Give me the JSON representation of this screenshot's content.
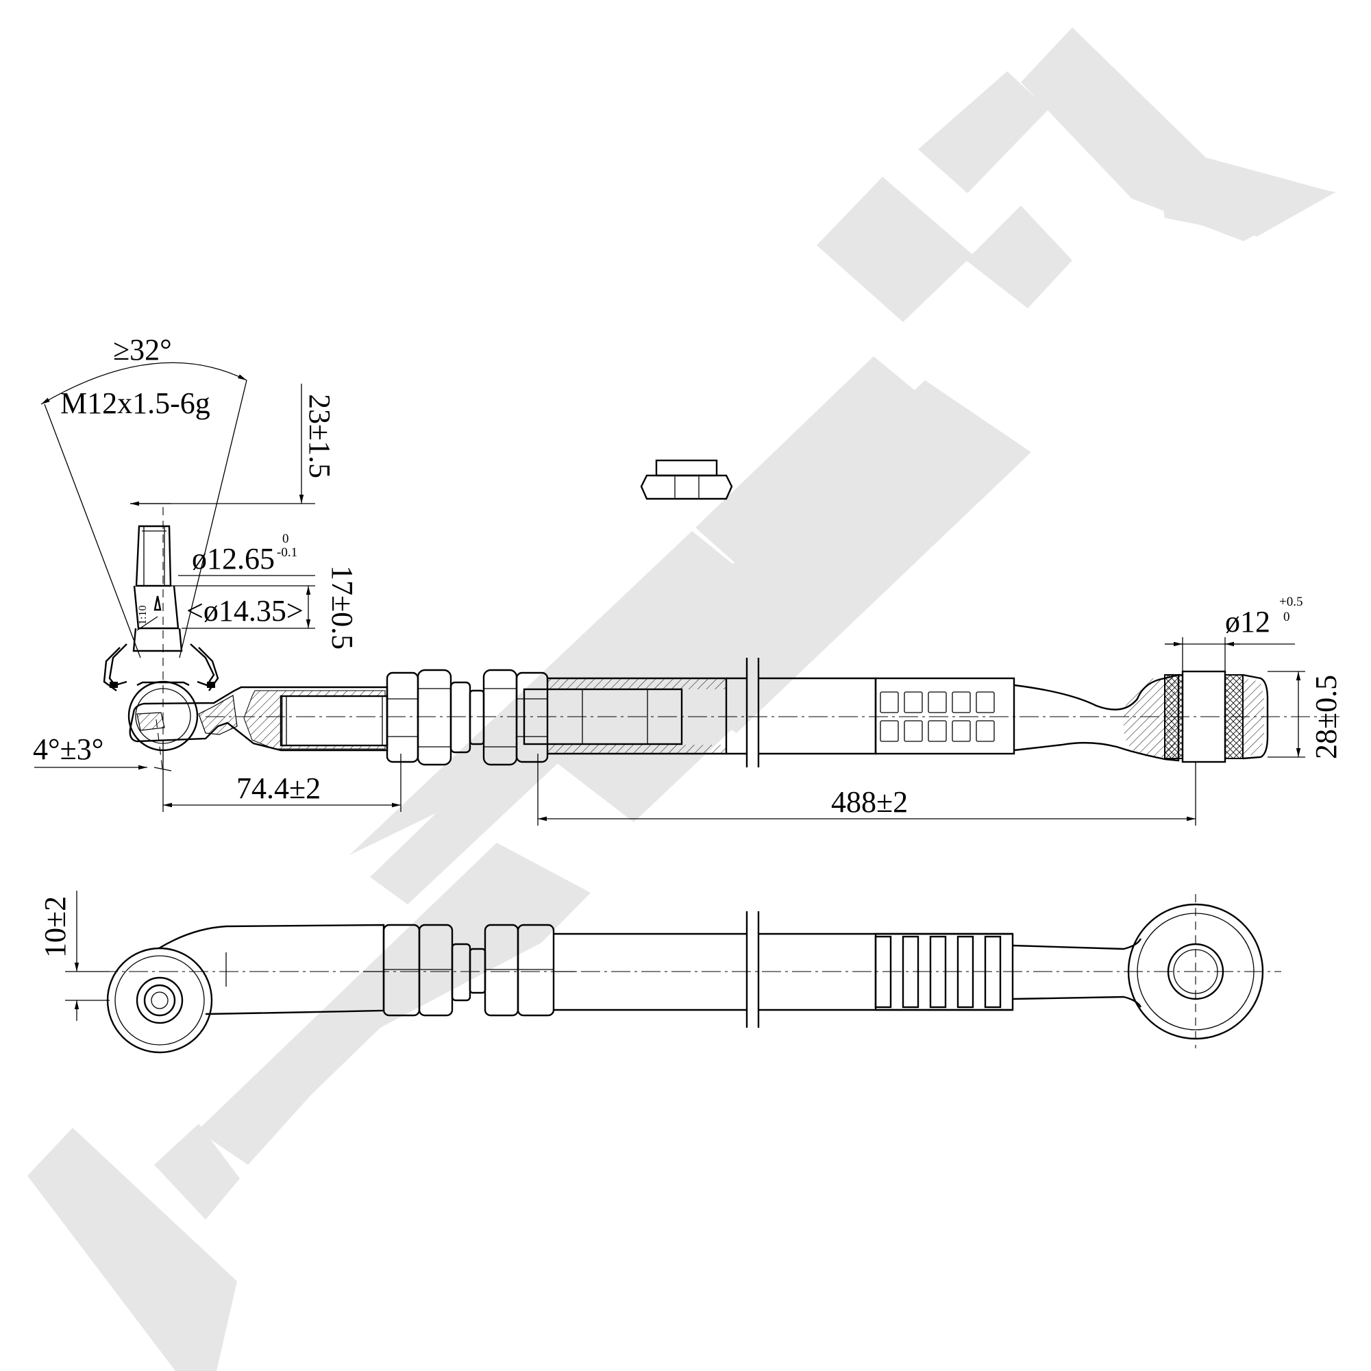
{
  "watermark": {
    "color": "#e6e6e6"
  },
  "dimensions": {
    "angle_min": "≥32°",
    "thread": "M12x1.5-6g",
    "pin_length": "23±1.5",
    "dia_small": "ø12.65",
    "dia_small_tol_upper": "0",
    "dia_small_tol_lower": "-0.1",
    "dia_large": "<ø14.35>",
    "taper": "1:10",
    "taper_length": "17±0.5",
    "tilt_angle": "4°±3°",
    "ball_offset": "74.4±2",
    "overall_length": "488±2",
    "eye_bore": "ø12",
    "eye_bore_tol_upper": "+0.5",
    "eye_bore_tol_lower": "0",
    "eye_width": "28±0.5",
    "side_offset": "10±2"
  }
}
